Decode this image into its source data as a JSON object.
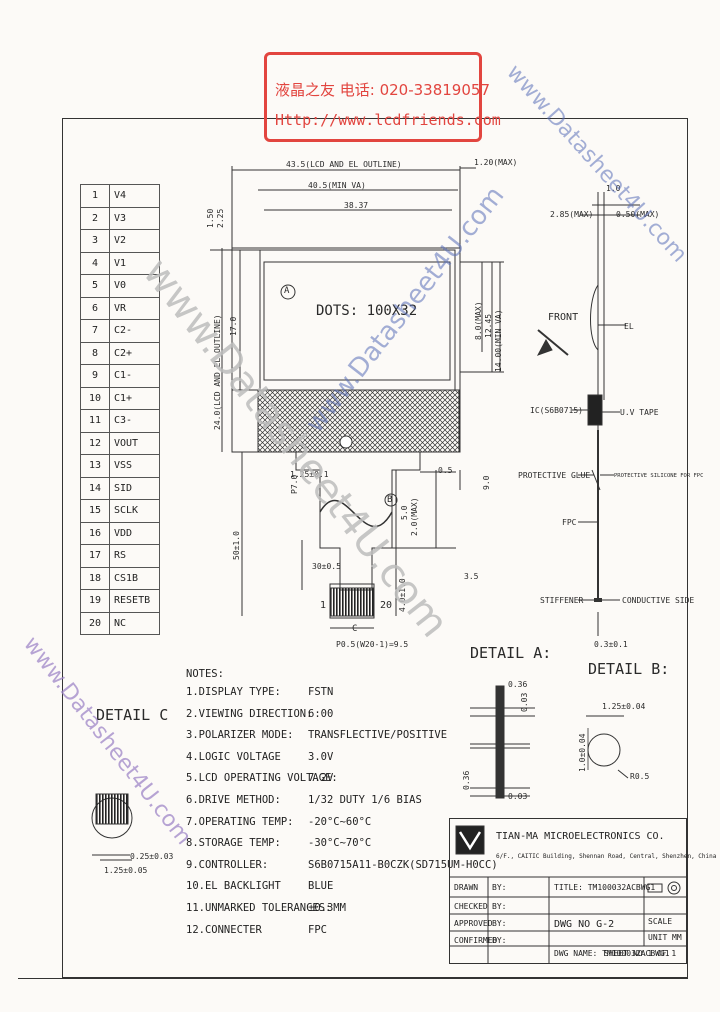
{
  "header": {
    "stamp_line1": "液晶之友 电话: 020-33819057",
    "stamp_line2": "Http://www.lcdfriends.com"
  },
  "dims": {
    "outline_width": "43.5(LCD AND EL OUTLINE)",
    "va_width": "40.5(MIN VA)",
    "aa_width": "38.37",
    "right_margin": "1.20(MAX)",
    "top_150": "1.50",
    "top_225": "2.25",
    "lcd_height": "24.0(LCD AND EL OUTLINE)",
    "inner_170": "17.0",
    "dots": "DOTS: 100X32",
    "h_80max": "8.0(MAX)",
    "h_1245": "12.45",
    "h_1400": "14.00(MIN VA)",
    "pitch_125": "1.25±0.1",
    "p_70": "P7.0",
    "fpc_len": "50±1.0",
    "d_305": "30±0.5",
    "d_5": "5.0",
    "d_20max": "2.0(MAX)",
    "d_05": "0.5",
    "d_90": "9.0",
    "d_35": "3.5",
    "pin_1": "1",
    "pin_20": "20",
    "p_pitch": "P0.5(W20-1)=9.5",
    "d_40": "4.0±1.0",
    "label_a": "A",
    "label_b": "B",
    "label_c": "C",
    "side_10": "1.0",
    "side_285": "2.85(MAX)",
    "side_050": "0.50(MAX)",
    "front": "FRONT",
    "el": "EL",
    "ic": "IC(S6B0715)",
    "uv": "U.V TAPE",
    "glue": "PROTECTIVE GLUE",
    "glue2": "PROTECTIVE SILICONE FOR FPC",
    "fpc": "FPC",
    "stiffener": "STIFFENER",
    "conductive": "CONDUCTIVE SIDE",
    "t_030": "0.3±0.1"
  },
  "pins": [
    {
      "n": "1",
      "name": "V4"
    },
    {
      "n": "2",
      "name": "V3"
    },
    {
      "n": "3",
      "name": "V2"
    },
    {
      "n": "4",
      "name": "V1"
    },
    {
      "n": "5",
      "name": "V0"
    },
    {
      "n": "6",
      "name": "VR"
    },
    {
      "n": "7",
      "name": "C2-"
    },
    {
      "n": "8",
      "name": "C2+"
    },
    {
      "n": "9",
      "name": "C1-"
    },
    {
      "n": "10",
      "name": "C1+"
    },
    {
      "n": "11",
      "name": "C3-"
    },
    {
      "n": "12",
      "name": "VOUT"
    },
    {
      "n": "13",
      "name": "VSS"
    },
    {
      "n": "14",
      "name": "SID"
    },
    {
      "n": "15",
      "name": "SCLK"
    },
    {
      "n": "16",
      "name": "VDD"
    },
    {
      "n": "17",
      "name": "RS"
    },
    {
      "n": "18",
      "name": "CS1B"
    },
    {
      "n": "19",
      "name": "RESETB"
    },
    {
      "n": "20",
      "name": "NC"
    }
  ],
  "notes": {
    "title": "NOTES:",
    "items": [
      {
        "k": "1.DISPLAY TYPE:",
        "v": "FSTN"
      },
      {
        "k": "2.VIEWING DIRECTION:",
        "v": "6:00"
      },
      {
        "k": "3.POLARIZER MODE:",
        "v": "TRANSFLECTIVE/POSITIVE"
      },
      {
        "k": "4.LOGIC VOLTAGE",
        "v": "3.0V"
      },
      {
        "k": "5.LCD OPERATING VOLTAGE:",
        "v": "7.2V"
      },
      {
        "k": "6.DRIVE METHOD:",
        "v": "1/32 DUTY  1/6 BIAS"
      },
      {
        "k": "7.OPERATING TEMP:",
        "v": "-20°C~60°C"
      },
      {
        "k": "8.STORAGE TEMP:",
        "v": "-30°C~70°C"
      },
      {
        "k": "9.CONTROLLER:",
        "v": "S6B0715A11-B0CZK(SD715UM-H0CC)"
      },
      {
        "k": "10.EL BACKLIGHT",
        "v": "BLUE"
      },
      {
        "k": "11.UNMARKED TOLERANCES:",
        "v": "±0.3MM"
      },
      {
        "k": "12.CONNECTER",
        "v": "FPC"
      }
    ]
  },
  "details": {
    "a_title": "DETAIL  A:",
    "a_036a": "0.36",
    "a_003a": "0.03",
    "a_036b": "0.36",
    "a_003b": "0.03",
    "b_title": "DETAIL  B:",
    "b_125": "1.25±0.04",
    "b_100": "1.0±0.04",
    "b_r05": "R0.5",
    "c_title": "DETAIL  C",
    "c_025": "0.25±0.03",
    "c_125": "1.25±0.05"
  },
  "titleblock": {
    "company": "TIAN-MA MICROELECTRONICS CO.",
    "address": "6/F., CAITIC Building, Shennan Road, Central, Shenzhen, China",
    "drawn": "DRAWN",
    "checked": "CHECKED",
    "approved": "APPROVED",
    "confirmed": "CONFIRMED",
    "by": "BY:",
    "title": "TITLE: TM100032ACBWG1",
    "dwg": "DWG  NO G-2",
    "dwg_name": "DWG NAME: TM100032ACBWG1",
    "scale": "SCALE",
    "unit": "UNIT",
    "unit_v": "MM",
    "sheet": "SHEET NO.1  OF 1"
  },
  "watermarks": {
    "grey": "www.Datasheet4U.com",
    "blue": "www.Datasheet4U.com",
    "purple": "www.Datasheet4U.com"
  }
}
